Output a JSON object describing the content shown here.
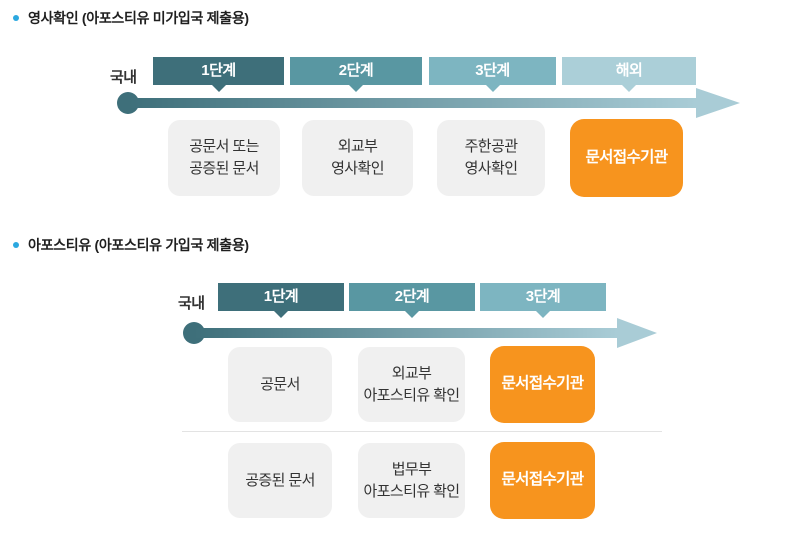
{
  "colors": {
    "bullet_blue": "#2ba8e0",
    "stage_dark_teal": "#3e6f7a",
    "stage_teal": "#5997a2",
    "stage_light_teal": "#7db5c1",
    "stage_pale_blue": "#abcfd8",
    "arrow_gradient_start": "#3e6f7a",
    "arrow_gradient_end": "#a9ccd6",
    "orange_box": "#f7941e",
    "gray_box": "#f0f0f0",
    "heading_text": "#1f1f1f",
    "box_text": "#333333"
  },
  "sections": [
    {
      "heading": "영사확인 (아포스티유 미가입국 제출용)",
      "origin_label": "국내",
      "stages": [
        {
          "label": "1단계",
          "color": "#3e6f7a"
        },
        {
          "label": "2단계",
          "color": "#5997a2"
        },
        {
          "label": "3단계",
          "color": "#7db5c1"
        },
        {
          "label": "해외",
          "color": "#abcfd8"
        }
      ],
      "rows": [
        {
          "boxes": [
            {
              "label": "공문서 또는\n공증된 문서",
              "type": "gray"
            },
            {
              "label": "외교부\n영사확인",
              "type": "gray"
            },
            {
              "label": "주한공관\n영사확인",
              "type": "gray"
            },
            {
              "label": "문서접수기관",
              "type": "orange"
            }
          ]
        }
      ]
    },
    {
      "heading": "아포스티유 (아포스티유 가입국 제출용)",
      "origin_label": "국내",
      "stages": [
        {
          "label": "1단계",
          "color": "#3e6f7a"
        },
        {
          "label": "2단계",
          "color": "#5997a2"
        },
        {
          "label": "3단계",
          "color": "#7db5c1"
        }
      ],
      "rows": [
        {
          "boxes": [
            {
              "label": "공문서",
              "type": "gray"
            },
            {
              "label": "외교부\n아포스티유 확인",
              "type": "gray"
            },
            {
              "label": "문서접수기관",
              "type": "orange"
            }
          ]
        },
        {
          "boxes": [
            {
              "label": "공증된 문서",
              "type": "gray"
            },
            {
              "label": "법무부\n아포스티유 확인",
              "type": "gray"
            },
            {
              "label": "문서접수기관",
              "type": "orange"
            }
          ]
        }
      ]
    }
  ]
}
